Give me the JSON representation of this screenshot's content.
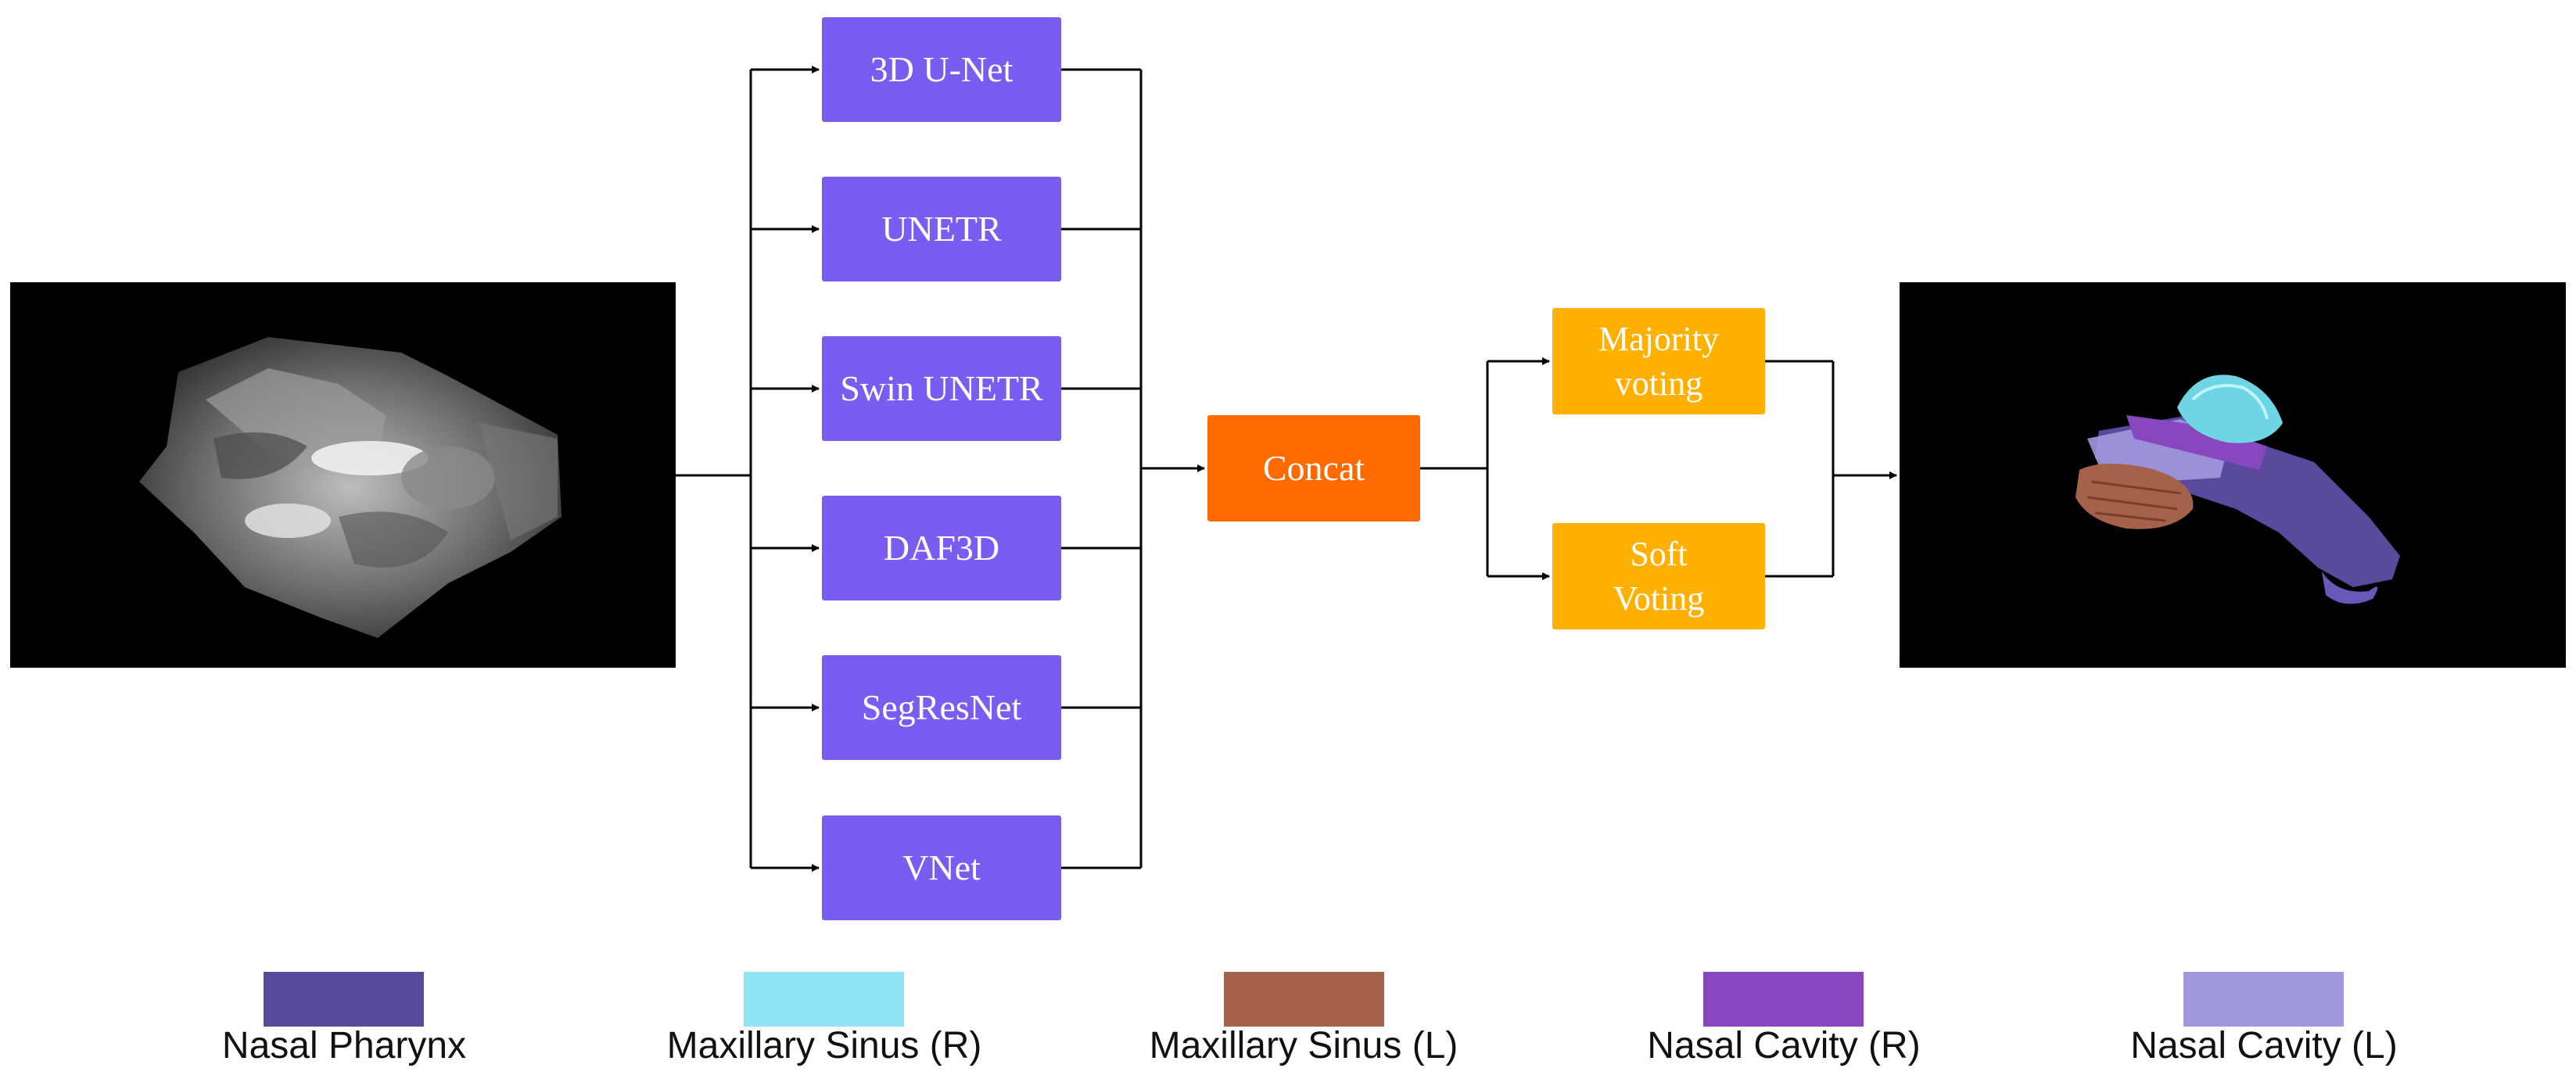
{
  "models": [
    "3D U-Net",
    "UNETR",
    "Swin UNETR",
    "DAF3D",
    "SegResNet",
    "VNet"
  ],
  "concat": "Concat",
  "voting": [
    "Majority\nvoting",
    "Soft\nVoting"
  ],
  "legend": [
    {
      "label": "Nasal Pharynx",
      "color": "#5A4A9E"
    },
    {
      "label": "Maxillary Sinus (R)",
      "color": "#8FE3F2"
    },
    {
      "label": "Maxillary Sinus (L)",
      "color": "#A5624A"
    },
    {
      "label": "Nasal Cavity (R)",
      "color": "#8748BF"
    },
    {
      "label": "Nasal Cavity (L)",
      "color": "#A199DE"
    }
  ],
  "colors": {
    "model_box": "#7B5CF0",
    "concat_box": "#FF6A00",
    "vote_box": "#FFB000"
  },
  "images": {
    "input": "grayscale-3d-ct-volume-render",
    "output": "colored-3d-segmentation-render"
  }
}
